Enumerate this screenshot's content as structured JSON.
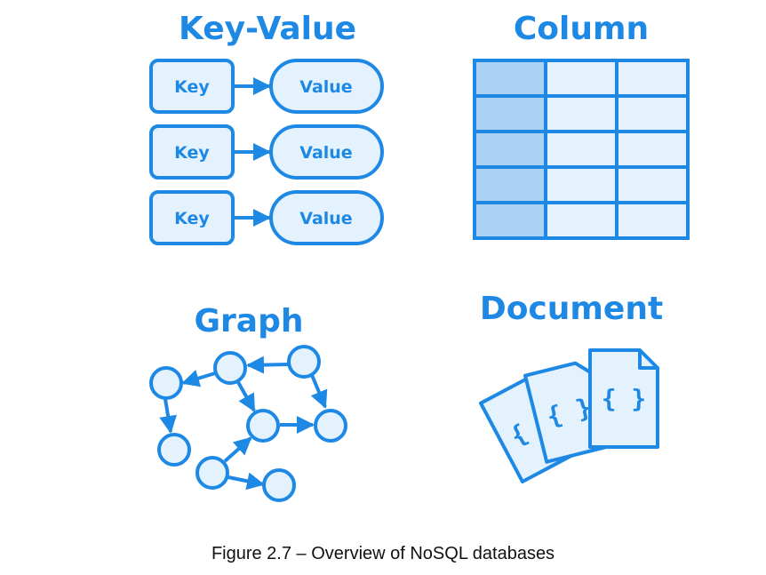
{
  "colors": {
    "stroke": "#1e88e5",
    "fill_light": "#e3f2fd",
    "fill_mid": "#a9d2f5"
  },
  "sections": {
    "key_value": {
      "title": "Key-Value",
      "key_label": "Key",
      "value_label": "Value",
      "pair_count": 3
    },
    "column": {
      "title": "Column",
      "rows": 5,
      "columns": 3
    },
    "graph": {
      "title": "Graph"
    },
    "document": {
      "title": "Document",
      "document_icon": "curly-braces-icon",
      "brace_text": "{ }"
    }
  },
  "caption": "Figure 2.7 – Overview of NoSQL databases"
}
